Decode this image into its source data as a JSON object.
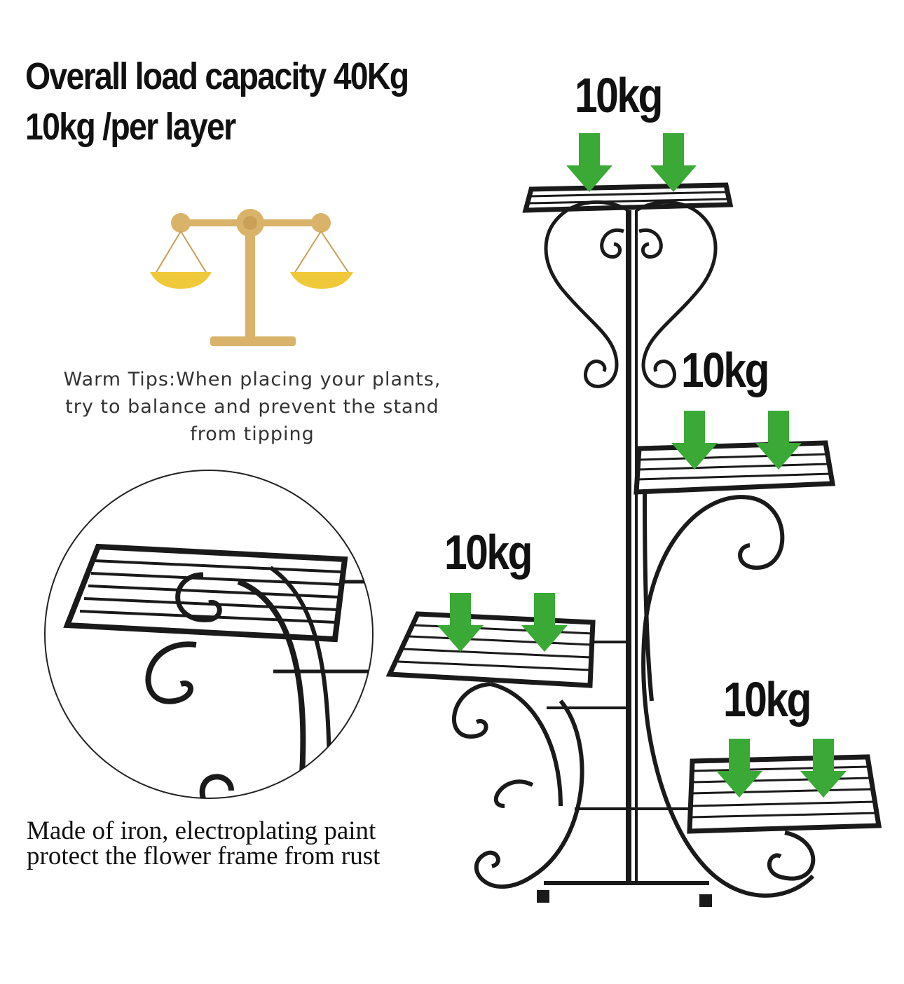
{
  "headline": {
    "line1": "Overall load capacity 40Kg",
    "line2": "10kg /per layer"
  },
  "layer_labels": [
    "10kg",
    "10kg",
    "10kg",
    "10kg"
  ],
  "tips": "Warm Tips:When placing your plants, try to balance and prevent the stand from tipping",
  "material_note": {
    "line1": "Made of iron, electroplating paint",
    "line2": "protect the flower frame from rust"
  },
  "icons": [
    "balance-scale-icon",
    "down-arrow-icon"
  ],
  "colors": {
    "arrow": "#3aa935",
    "scale_gold": "#d9b36a",
    "scale_pan": "#f0c93a",
    "metal": "#1a1a1a"
  }
}
